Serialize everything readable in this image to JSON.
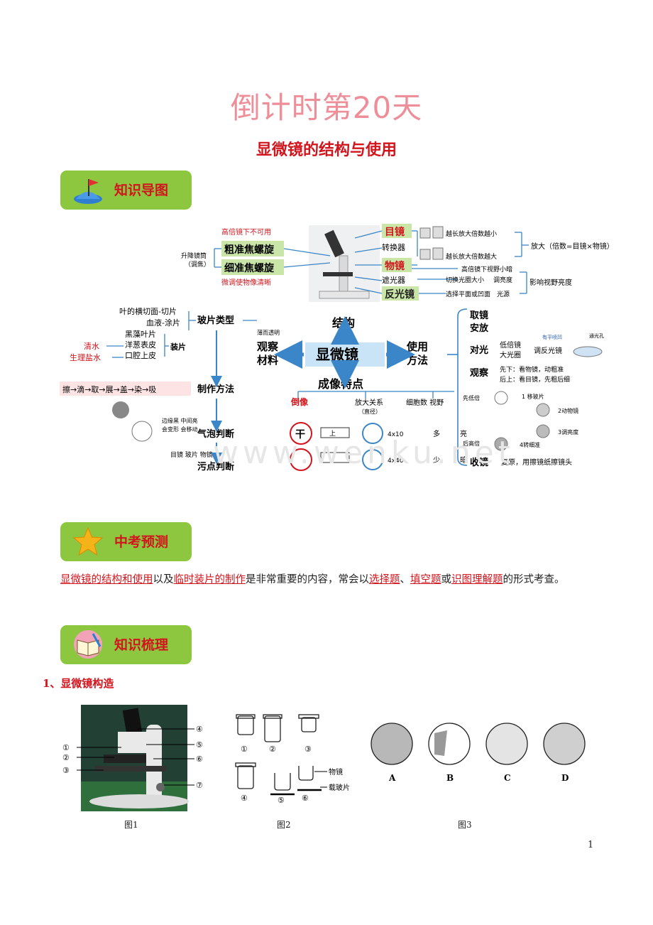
{
  "header": {
    "countdown": "倒计时第20天",
    "title": "显微镜的结构与使用"
  },
  "badges": {
    "mindmap": "知识导图",
    "forecast": "中考预测",
    "review": "知识梳理"
  },
  "mindmap": {
    "center": "显微镜",
    "structure": "结构",
    "usage": "使用\n方法",
    "observe_material": "观察\n材料",
    "imaging": "成像特点",
    "high_lens_note": "高倍镜下不可用",
    "adjust": "升降镜筒\n（调焦）",
    "coarse": "粗准焦螺旋",
    "fine": "细准焦螺旋",
    "fine_note": "微调使物像清晰",
    "eyepiece": "目镜",
    "converter": "转换器",
    "objective": "物镜",
    "diaphragm": "遮光器",
    "mirror": "反光镜",
    "ep_note": "越长放大倍数越小",
    "ob_note": "越长放大倍数越大",
    "magnify": "放大（倍数=目镜×物镜）",
    "high_view": "高倍镜下视野小暗",
    "aperture": "切换光圈大小",
    "adjust_bright": "调亮度",
    "mirror_sel": "选择平面或凹面",
    "light": "光源",
    "view_bright": "影响视野亮度",
    "slide_type": "玻片类型",
    "slide_items": [
      "叶的横切面-切片",
      "血液-涂片",
      "黑藻叶片",
      "洋葱表皮",
      "口腔上皮"
    ],
    "mount": "装片",
    "water": "清水",
    "saline": "生理盐水",
    "thin": "薄而透明",
    "make_steps": "擦→滴→取→展→盖→染→吸",
    "make_method": "制作方法",
    "bubble": "气泡判断",
    "bubble_note": "边缘黑\n中间亮\n会变形\n会移动",
    "dirt": "污点判断",
    "dirt_items": "目镜\n玻片\n物镜",
    "inverted": "倒像",
    "mag_rel": "放大关系\n（直径）",
    "cell_view": "细胞数 视野",
    "up_char": "上",
    "mag1": "4x10",
    "mag2": "4x40",
    "many": "多",
    "bright": "亮",
    "few": "少",
    "dark": "暗",
    "take": "取镜\n安放",
    "align": "对光",
    "low_lens": "低倍镜",
    "large_ap": "大光圈",
    "adj_mirror": "调反光镜",
    "concave": "有平喷凹",
    "hole": "通光孔",
    "observe": "观察",
    "obs_steps": "先下：看物镜，动粗准\n后上：看目镜，先粗后细",
    "low_first": "先低倍",
    "high_after": "后高倍",
    "move_slide": "1 移玻片",
    "turn_obj": "2动物镜",
    "adj_bright2": "3调亮度",
    "turn_fine": "4转细准",
    "store": "收镜",
    "reset": "复原，用擦镜纸擦镜头"
  },
  "watermark": "www.wenku.net",
  "forecast": {
    "parts": [
      {
        "t": "显微镜的结构和使用",
        "hl": true
      },
      {
        "t": "以及",
        "hl": false
      },
      {
        "t": "临时装片的制作",
        "hl": true
      },
      {
        "t": "是非常重要的内容，常会以",
        "hl": false
      },
      {
        "t": "选择题",
        "hl": true
      },
      {
        "t": "、",
        "hl": false
      },
      {
        "t": "填空题",
        "hl": true
      },
      {
        "t": "或",
        "hl": false
      },
      {
        "t": "识图理解题",
        "hl": true
      },
      {
        "t": "的形式考查。",
        "hl": false
      }
    ]
  },
  "section1": "1、显微镜构造",
  "figure1": {
    "caption": "图1",
    "labels": [
      "①",
      "②",
      "③",
      "④",
      "⑤",
      "⑥",
      "⑦"
    ]
  },
  "figure2": {
    "caption": "图2",
    "labels": [
      "①",
      "②",
      "③",
      "④",
      "⑤",
      "⑥"
    ],
    "objective": "物镜",
    "slide": "载玻片"
  },
  "figure3": {
    "caption": "图3",
    "labels": [
      "A",
      "B",
      "C",
      "D"
    ]
  },
  "page_number": "1"
}
